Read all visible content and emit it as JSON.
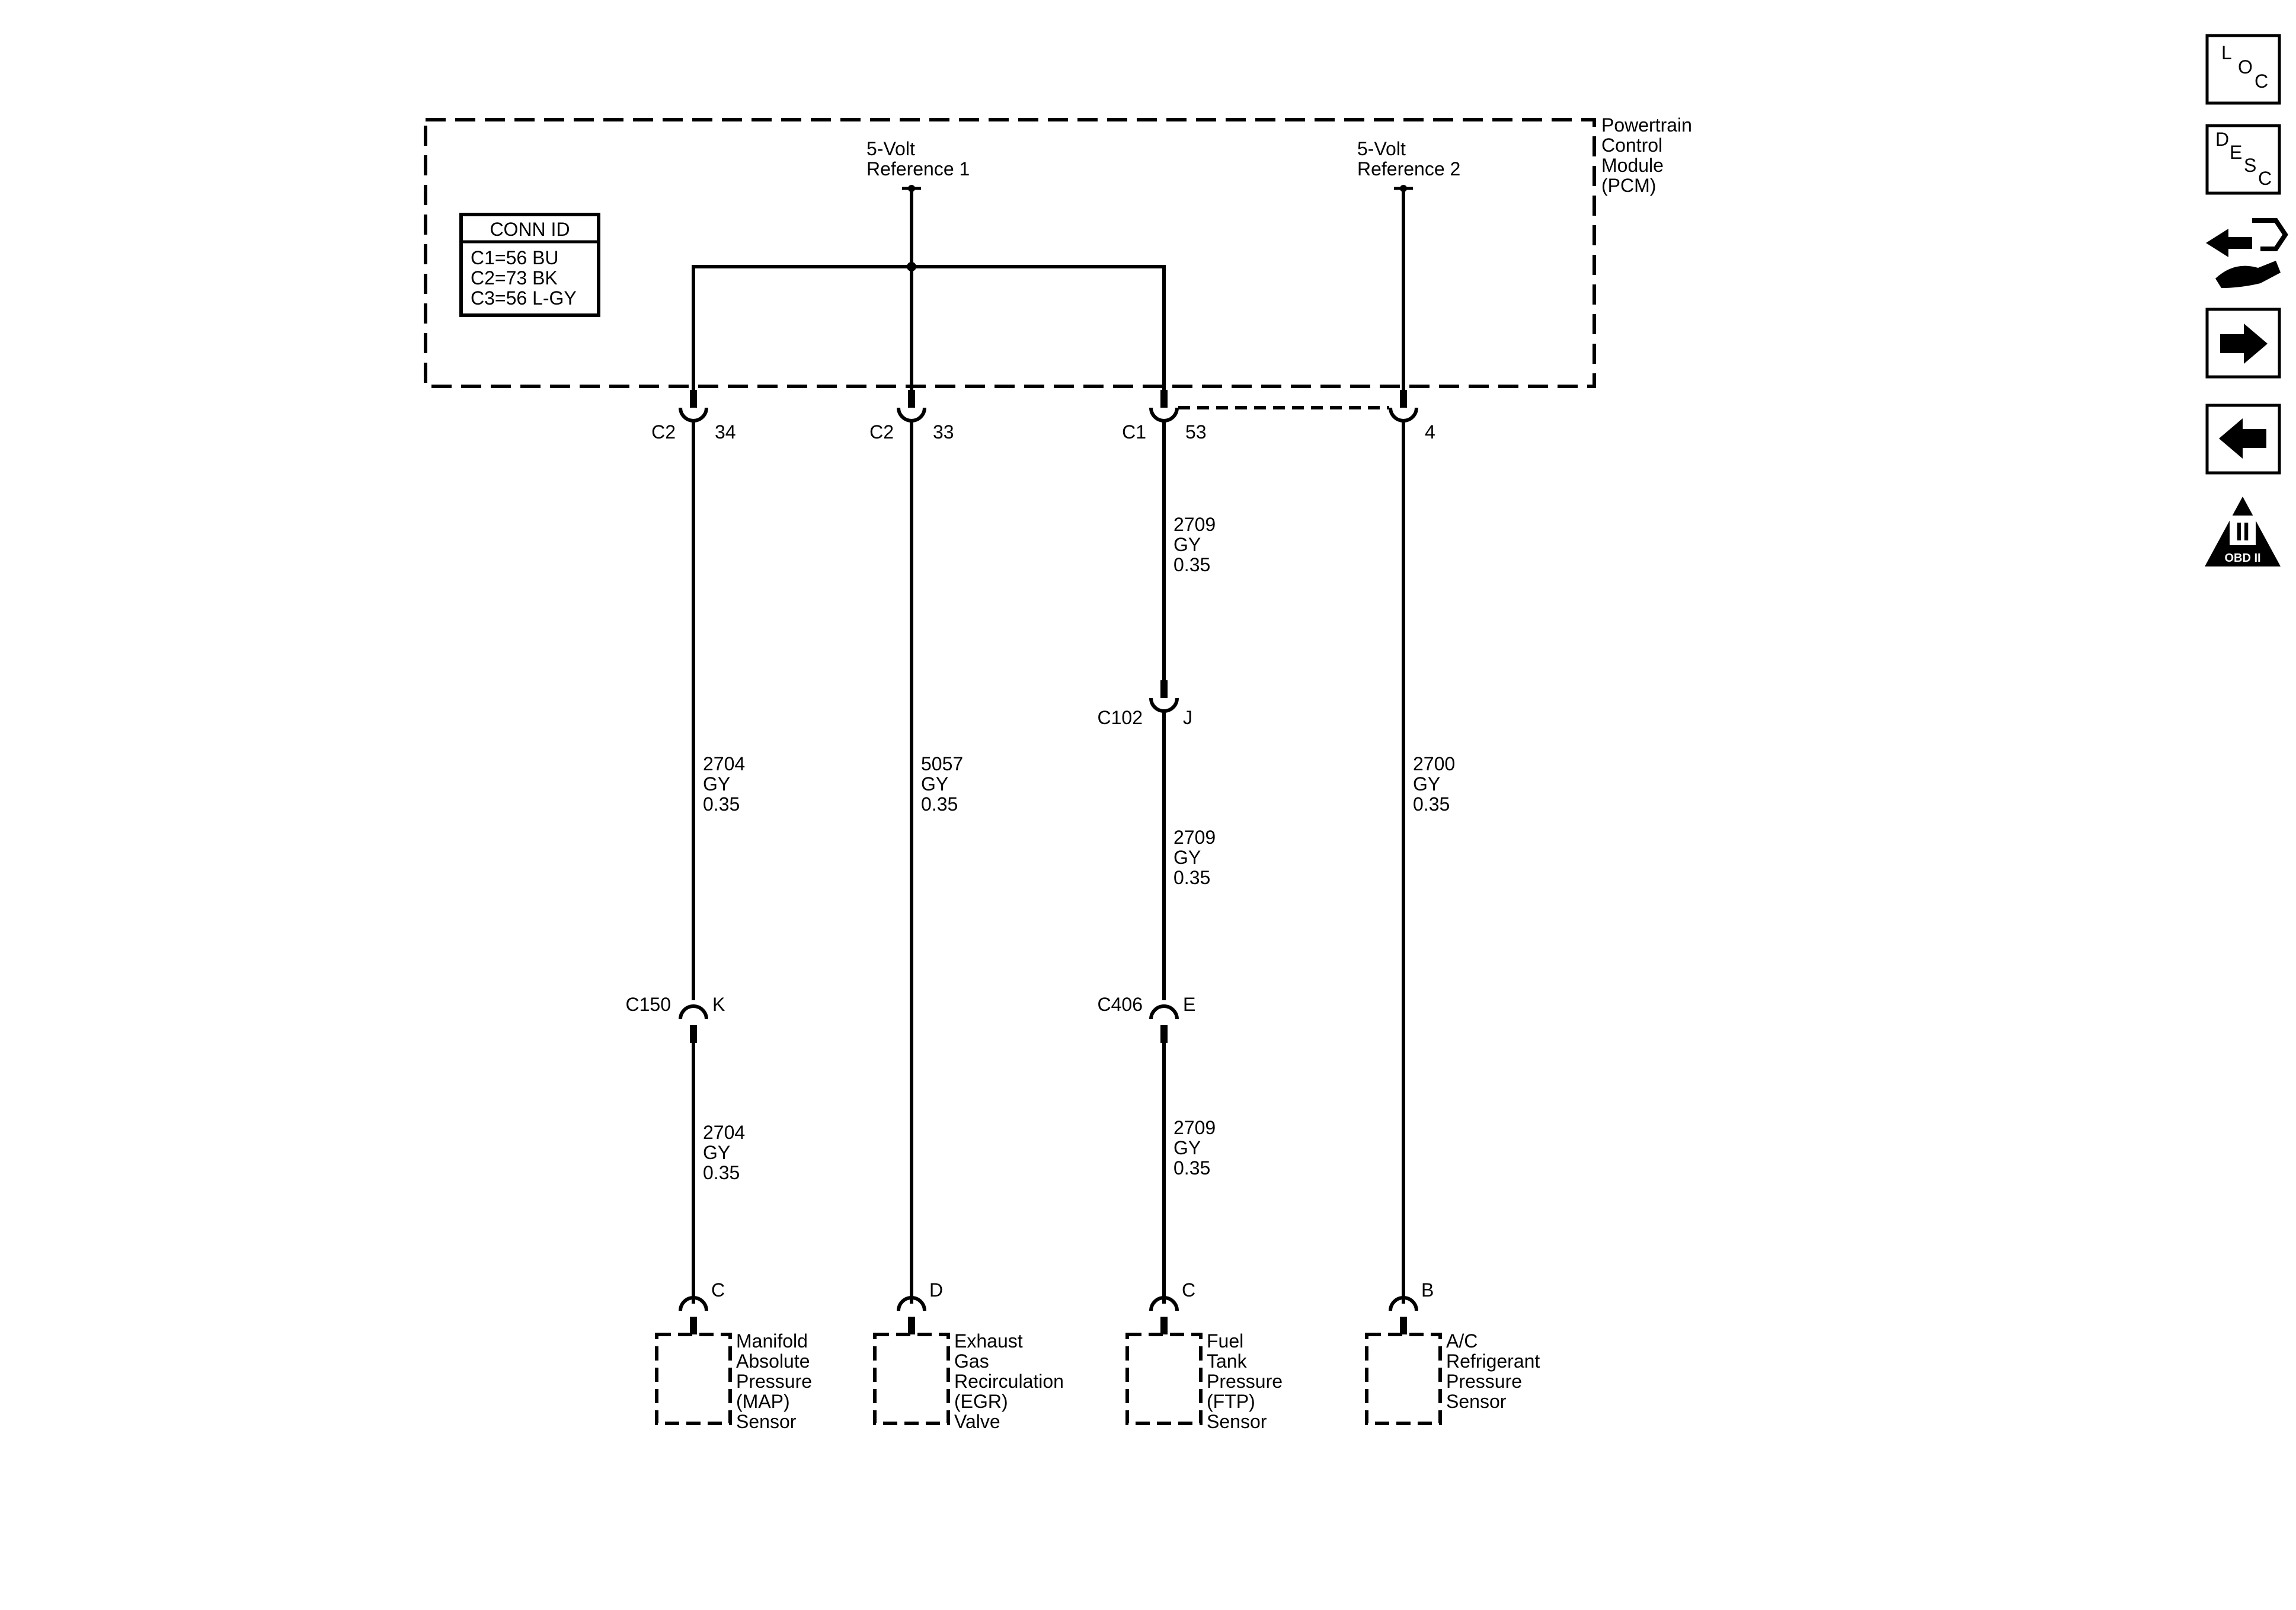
{
  "pcm": {
    "label": [
      "Powertrain",
      "Control",
      "Module",
      "(PCM)"
    ],
    "ref1": [
      "5-Volt",
      "Reference 1"
    ],
    "ref2": [
      "5-Volt",
      "Reference 2"
    ]
  },
  "conn_id": {
    "title": "CONN ID",
    "lines": [
      "C1=56 BU",
      "C2=73 BK",
      "C3=56 L-GY"
    ]
  },
  "pcm_pins": [
    {
      "connector": "C2",
      "pin": "34"
    },
    {
      "connector": "C2",
      "pin": "33"
    },
    {
      "connector": "C1",
      "pin": "53"
    },
    {
      "connector": "",
      "pin": "4"
    }
  ],
  "wires": {
    "map_upper": [
      "2704",
      "GY",
      "0.35"
    ],
    "map_lower": [
      "2704",
      "GY",
      "0.35"
    ],
    "egr": [
      "5057",
      "GY",
      "0.35"
    ],
    "ftp_top": [
      "2709",
      "GY",
      "0.35"
    ],
    "ftp_mid": [
      "2709",
      "GY",
      "0.35"
    ],
    "ftp_bottom": [
      "2709",
      "GY",
      "0.35"
    ],
    "ac": [
      "2700",
      "GY",
      "0.35"
    ]
  },
  "inline_connectors": {
    "c102": {
      "connector": "C102",
      "pin": "J"
    },
    "c150": {
      "connector": "C150",
      "pin": "K"
    },
    "c406": {
      "connector": "C406",
      "pin": "E"
    }
  },
  "components": [
    {
      "pin": "C",
      "label": [
        "Manifold",
        "Absolute",
        "Pressure",
        "(MAP)",
        "Sensor"
      ]
    },
    {
      "pin": "D",
      "label": [
        "Exhaust",
        "Gas",
        "Recirculation",
        "(EGR)",
        "Valve"
      ]
    },
    {
      "pin": "C",
      "label": [
        "Fuel",
        "Tank",
        "Pressure",
        "(FTP)",
        "Sensor"
      ]
    },
    {
      "pin": "B",
      "label": [
        "A/C",
        "Refrigerant",
        "Pressure",
        "Sensor"
      ]
    }
  ],
  "sidebar_icons": [
    {
      "name": "loc-icon",
      "letters": [
        "L",
        "O",
        "C"
      ]
    },
    {
      "name": "desc-icon",
      "letters": [
        "D",
        "E",
        "S",
        "C"
      ]
    },
    {
      "name": "diagnostic-connector-icon"
    },
    {
      "name": "next-arrow-icon"
    },
    {
      "name": "previous-arrow-icon"
    },
    {
      "name": "obd-ii-icon",
      "badge": "II",
      "caption": "OBD II"
    }
  ]
}
